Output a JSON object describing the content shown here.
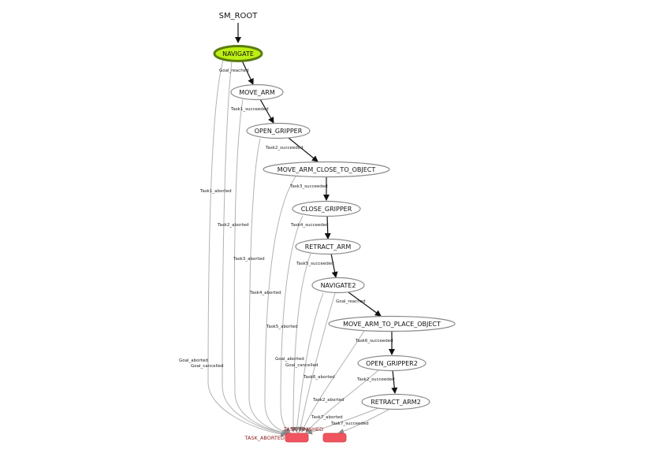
{
  "root": "SM_ROOT",
  "colors": {
    "active_fill": "#bdef15",
    "active_stroke": "#5a7d10",
    "node_stroke": "#8a8a8a",
    "success_edge": "#111111",
    "failure_edge": "#b3b3b3",
    "outcome_fill": "#f0555f",
    "outcome_text": "#8b1a1a"
  },
  "states": [
    {
      "id": "navigate",
      "label": "NAVIGATE",
      "active": true
    },
    {
      "id": "move_arm",
      "label": "MOVE_ARM"
    },
    {
      "id": "open_gripper",
      "label": "OPEN_GRIPPER"
    },
    {
      "id": "move_arm_close",
      "label": "MOVE_ARM_CLOSE_TO_OBJECT"
    },
    {
      "id": "close_gripper",
      "label": "CLOSE_GRIPPER"
    },
    {
      "id": "retract_arm",
      "label": "RETRACT_ARM"
    },
    {
      "id": "navigate2",
      "label": "NAVIGATE2"
    },
    {
      "id": "move_arm_place",
      "label": "MOVE_ARM_TO_PLACE_OBJECT"
    },
    {
      "id": "open_gripper2",
      "label": "OPEN_GRIPPER2"
    },
    {
      "id": "retract_arm2",
      "label": "RETRACT_ARM2"
    }
  ],
  "outcomes": [
    {
      "id": "aborted",
      "label": "TASK_ABORTED"
    },
    {
      "id": "finished",
      "label": "TASK_FINISHED"
    }
  ],
  "edges": [
    {
      "id": "e1",
      "label": "Goal_reached"
    },
    {
      "id": "e2",
      "label": "Task1_succeeded"
    },
    {
      "id": "e3",
      "label": "Task2_succeeded"
    },
    {
      "id": "e4",
      "label": "Task3_succeeded"
    },
    {
      "id": "e5",
      "label": "Task4_succeeded"
    },
    {
      "id": "e6",
      "label": "Task5_succeeded"
    },
    {
      "id": "e7",
      "label": "Goal_reached"
    },
    {
      "id": "e8",
      "label": "Task6_succeeded"
    },
    {
      "id": "e9",
      "label": "Task2_succeeded"
    },
    {
      "id": "e10",
      "label": "Task7_succeeded"
    },
    {
      "id": "f1",
      "label": "Goal_aborted"
    },
    {
      "id": "f2",
      "label": "Goal_cancelled"
    },
    {
      "id": "f3",
      "label": "Task1_aborted"
    },
    {
      "id": "f4",
      "label": "Task2_aborted"
    },
    {
      "id": "f5",
      "label": "Task3_aborted"
    },
    {
      "id": "f6",
      "label": "Task4_aborted"
    },
    {
      "id": "f7",
      "label": "Task5_aborted"
    },
    {
      "id": "f8",
      "label": "Goal_aborted"
    },
    {
      "id": "f9",
      "label": "Goal_cancelled"
    },
    {
      "id": "f10",
      "label": "Task6_aborted"
    },
    {
      "id": "f11",
      "label": "Task2_aborted"
    },
    {
      "id": "f12",
      "label": "Task7_aborted"
    }
  ]
}
